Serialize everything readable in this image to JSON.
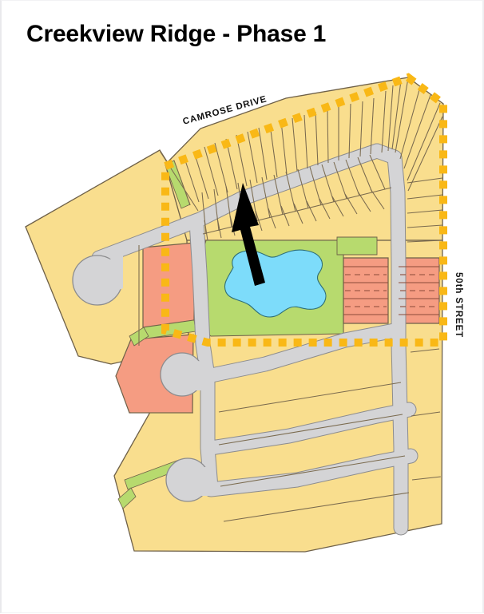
{
  "document": {
    "title": "Creekview Ridge - Phase 1",
    "type": "subdivision-site-plan"
  },
  "labels": {
    "street_north": "CAMROSE DRIVE",
    "street_east": "50th STREET",
    "north_arrow": "north-arrow"
  },
  "legend_colors": {
    "single_family_lot": "#F9DE8E",
    "multi_family_lot": "#F59C82",
    "park_green_space": "#B7DA6E",
    "storm_pond_water": "#7DDCFA",
    "road_pavement": "#D4D4D6",
    "parcel_outline": "#6E6048",
    "phase_boundary_dashes": "#F9B816",
    "page_background": "#FFFFFF"
  },
  "phase_boundary": {
    "style": "dashed",
    "color": "#F9B816",
    "description": "Phase 1 limit marked by orange dashed squares"
  },
  "features": {
    "storm_pond": "amoeba-shaped water body",
    "cul_de_sacs": 3,
    "walkway_strips": "narrow green pedestrian links"
  }
}
